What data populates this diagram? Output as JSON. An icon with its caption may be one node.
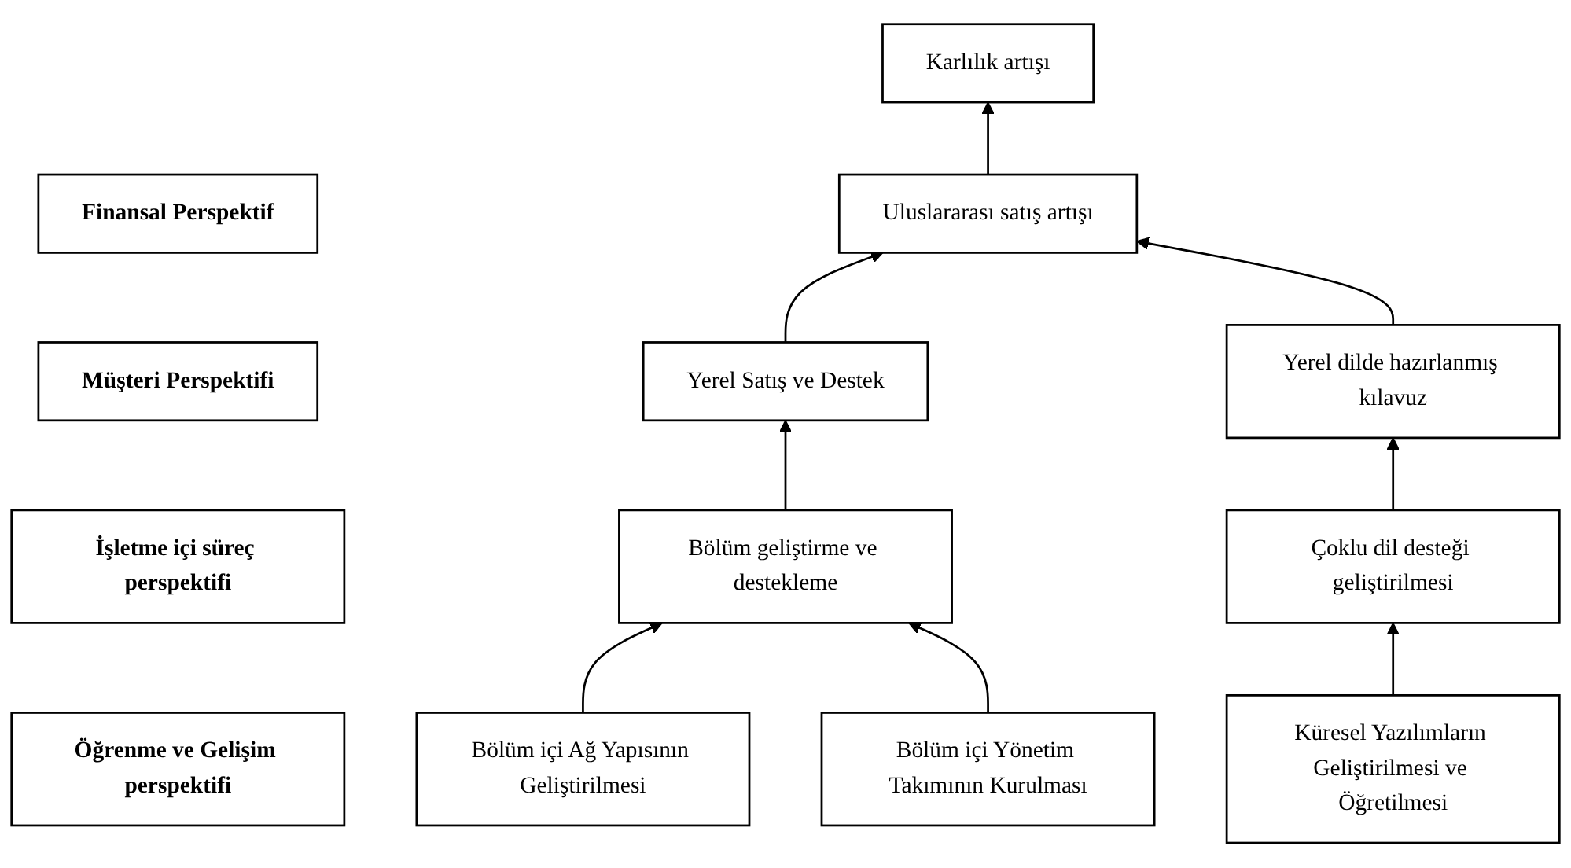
{
  "diagram": {
    "nodes": [
      {
        "text": [
          "Finansal Perspektif"
        ]
      },
      {
        "text": [
          "Uluslararası satış artışı"
        ]
      },
      {
        "text": [
          "Karlılık artışı"
        ]
      },
      {
        "text": [
          "Müşteri Perspektifi"
        ]
      },
      {
        "text": [
          "Yerel Satış ve Destek"
        ]
      },
      {
        "text": [
          "Yerel dilde hazırlanmış kılavuz"
        ]
      },
      {
        "text": [
          "İşletme içi süreç perspektifi"
        ]
      },
      {
        "text": [
          "Bölüm geliştirme ve destekleme"
        ]
      },
      {
        "text": [
          "Çoklu dil desteği geliştirilmesi"
        ]
      },
      {
        "text": [
          "Öğrenme ve Gelişim perspektifi"
        ]
      },
      {
        "text": [
          "Bölüm içi Ağ Yapısının Geliştirilmesi"
        ]
      },
      {
        "text": [
          "Bölüm içi Yönetim Takımının Kurulması"
        ]
      },
      {
        "text": [
          "Küresel Yazılımların Geliştirilmesi ve Öğretilmesi"
        ]
      }
    ],
    "edges": [
      {
        "from": 10,
        "to": 7,
        "arrow": "to"
      },
      {
        "from": 11,
        "to": 7,
        "arrow": "to"
      },
      {
        "from": 7,
        "to": 4,
        "arrow": "to"
      },
      {
        "from": 4,
        "to": 1,
        "arrow": "to"
      },
      {
        "from": 1,
        "to": 2,
        "arrow": "to"
      },
      {
        "from": 5,
        "to": 1,
        "arrow": "to"
      },
      {
        "from": 8,
        "to": 5,
        "arrow": "to"
      },
      {
        "from": 12,
        "to": 8,
        "arrow": "to"
      }
    ]
  }
}
